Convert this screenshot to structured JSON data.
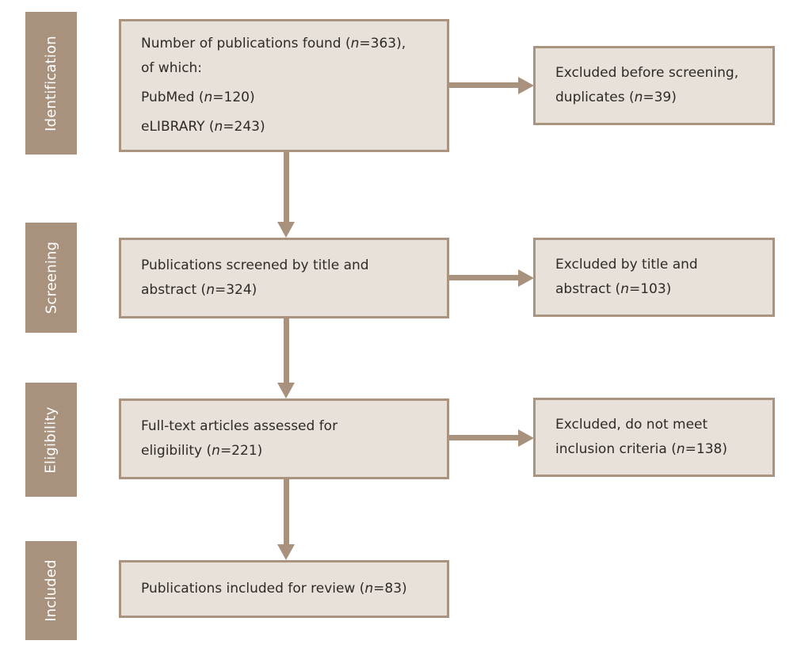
{
  "palette": {
    "background": "#ffffff",
    "stage_fill": "#a8927e",
    "stage_text": "#ffffff",
    "box_fill": "#e8e1da",
    "box_border": "#ab947f",
    "arrow": "#a8927e",
    "text": "#2e2a27"
  },
  "stages": [
    {
      "label": "Identification"
    },
    {
      "label": "Screening"
    },
    {
      "label": "Eligibility"
    },
    {
      "label": "Included"
    }
  ],
  "counts": {
    "found_total": 363,
    "pubmed": 120,
    "elibrary": 243,
    "excluded_duplicates": 39,
    "screened": 324,
    "excluded_title_abstract": 103,
    "fulltext_assessed": 221,
    "excluded_criteria": 138,
    "included_review": 83
  },
  "main_boxes": [
    {
      "lines": [
        {
          "pre": "Number of publications found (",
          "n": "n",
          "post": "=363),"
        },
        {
          "pre": "of which:",
          "n": "",
          "post": ""
        },
        {
          "pre": "PubMed (",
          "n": "n",
          "post": "=120)"
        },
        {
          "pre": "eLIBRARY (",
          "n": "n",
          "post": "=243)"
        }
      ]
    },
    {
      "lines": [
        {
          "pre": "Publications screened by title and",
          "n": "",
          "post": ""
        },
        {
          "pre": "abstract (",
          "n": "n",
          "post": "=324)"
        }
      ]
    },
    {
      "lines": [
        {
          "pre": "Full-text articles assessed for",
          "n": "",
          "post": ""
        },
        {
          "pre": "eligibility (",
          "n": "n",
          "post": "=221)"
        }
      ]
    },
    {
      "lines": [
        {
          "pre": "Publications included for review (",
          "n": "n",
          "post": "=83)"
        }
      ]
    }
  ],
  "exclusion_boxes": [
    {
      "lines": [
        {
          "pre": "Excluded before screening,",
          "n": "",
          "post": ""
        },
        {
          "pre": "duplicates (",
          "n": "n",
          "post": "=39)"
        }
      ]
    },
    {
      "lines": [
        {
          "pre": "Excluded by title and",
          "n": "",
          "post": ""
        },
        {
          "pre": "abstract (",
          "n": "n",
          "post": "=103)"
        }
      ]
    },
    {
      "lines": [
        {
          "pre": "Excluded, do not meet",
          "n": "",
          "post": ""
        },
        {
          "pre": "inclusion criteria (",
          "n": "n",
          "post": "=138)"
        }
      ]
    }
  ]
}
